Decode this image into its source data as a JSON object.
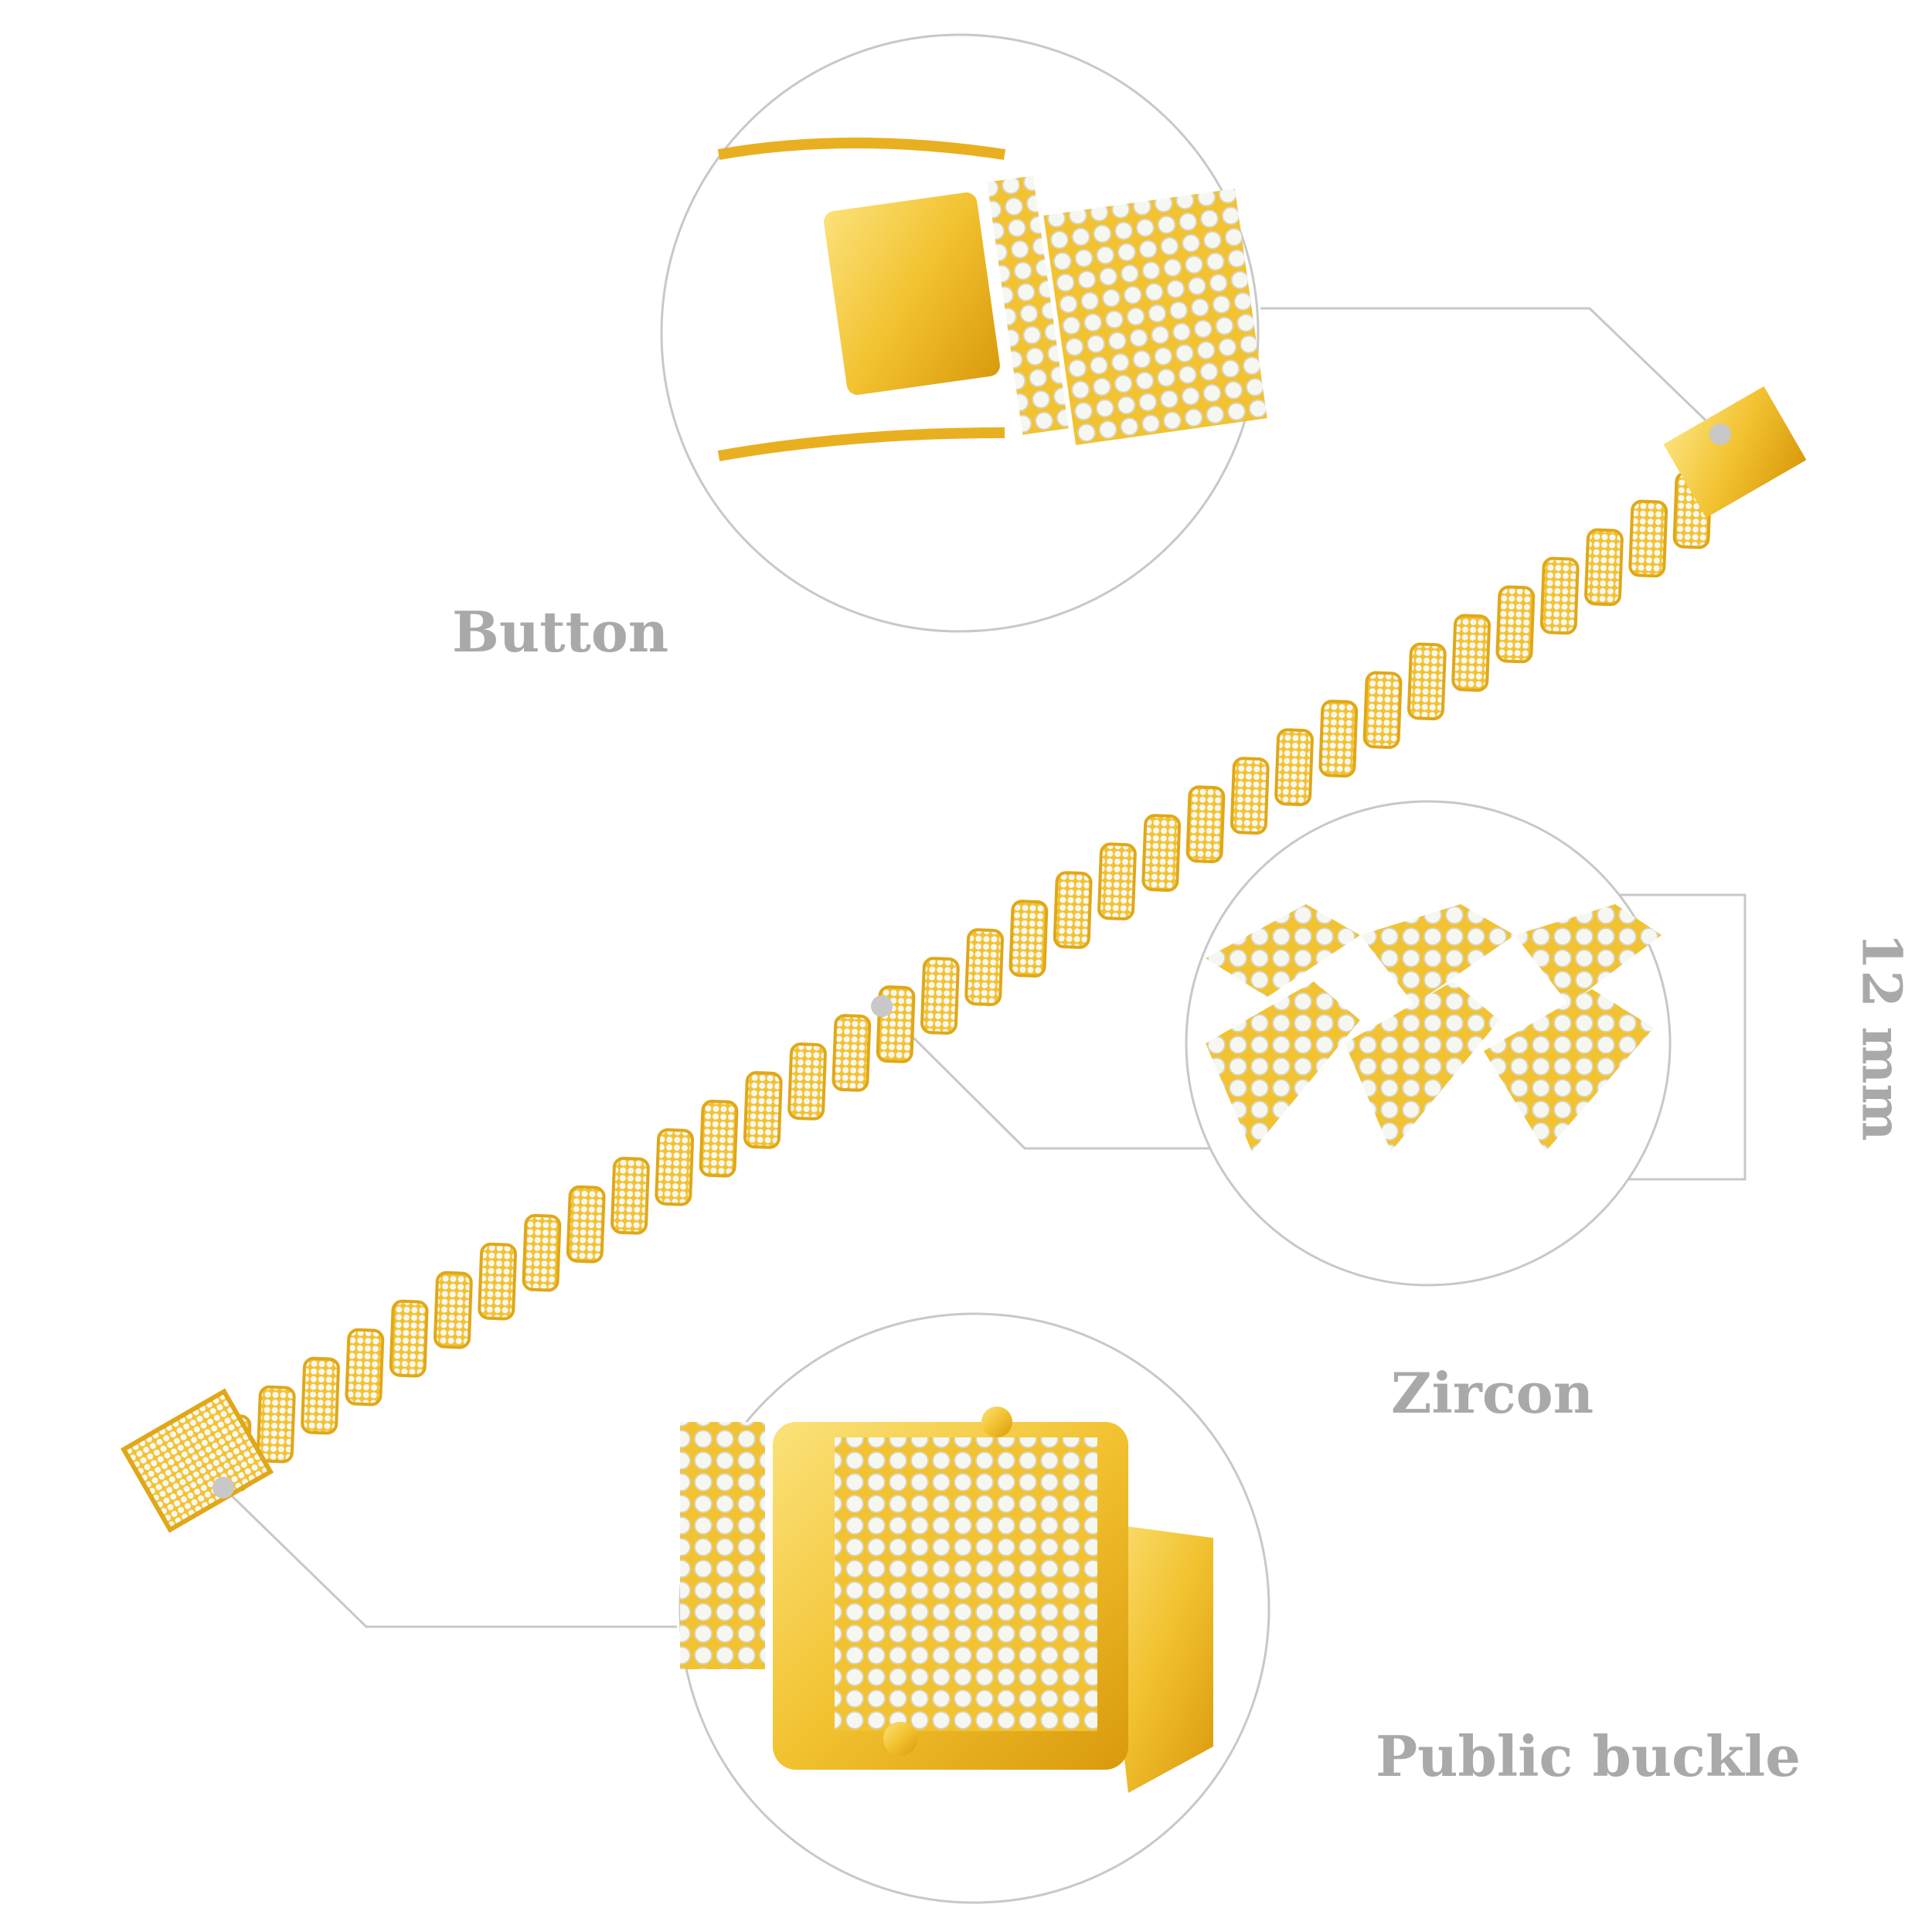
{
  "labels": {
    "button": "Button",
    "zircon": "Zircon",
    "public_buckle": "Public buckle",
    "width": "12 mm"
  },
  "colors": {
    "gold": "#f2c230",
    "gold_dark": "#d99a0c",
    "stone": "#f7f7f2",
    "label": "#a9a9a9",
    "line": "#c8c8c8"
  }
}
